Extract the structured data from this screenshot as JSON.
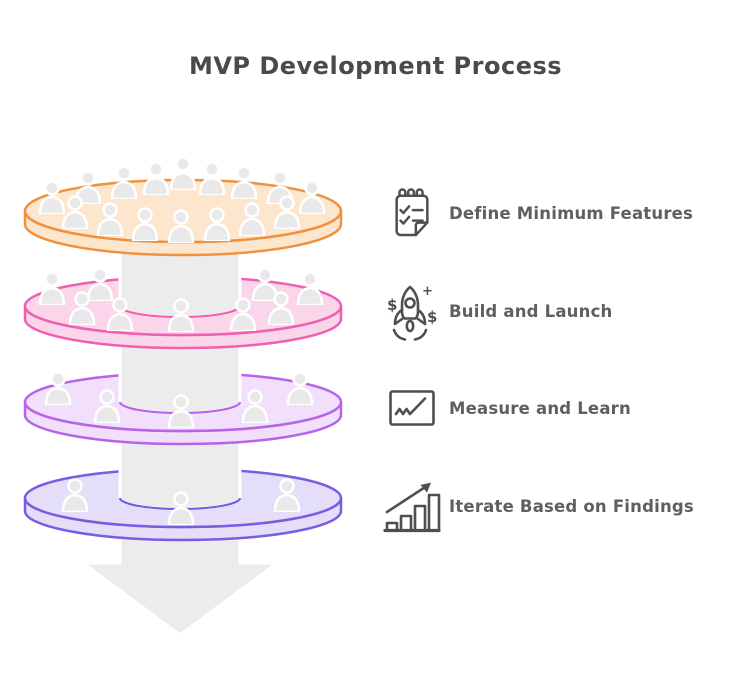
{
  "title": "MVP Development Process",
  "steps": [
    {
      "label": "Define Minimum Features",
      "icon": "checklist-icon"
    },
    {
      "label": "Build and Launch",
      "icon": "rocket-launch-icon"
    },
    {
      "label": "Measure and Learn",
      "icon": "line-chart-icon"
    },
    {
      "label": "Iterate Based on Findings",
      "icon": "growth-chart-icon"
    }
  ],
  "icons": {
    "rocket_dollar_left": "$",
    "rocket_plus": "+",
    "rocket_dollar_right": "$"
  },
  "funnel": {
    "arrow_direction": "down",
    "arrow_color": "#ECECEC",
    "person_color": "#E9E9E9",
    "levels": [
      {
        "name": "level-1",
        "fill": "#FCE6CE",
        "stroke": "#F0913D",
        "people": 16
      },
      {
        "name": "level-2",
        "fill": "#FBD6EB",
        "stroke": "#F25FB0",
        "people": 9
      },
      {
        "name": "level-3",
        "fill": "#F2DFFB",
        "stroke": "#B763EA",
        "people": 5
      },
      {
        "name": "level-4",
        "fill": "#E4DEF9",
        "stroke": "#7B5BE4",
        "people": 3
      }
    ]
  },
  "colors": {
    "background": "#FFFFFF",
    "title_text": "#4A4A4A",
    "label_text": "#5F5F5F",
    "icon_stroke": "#4F4F4F"
  }
}
